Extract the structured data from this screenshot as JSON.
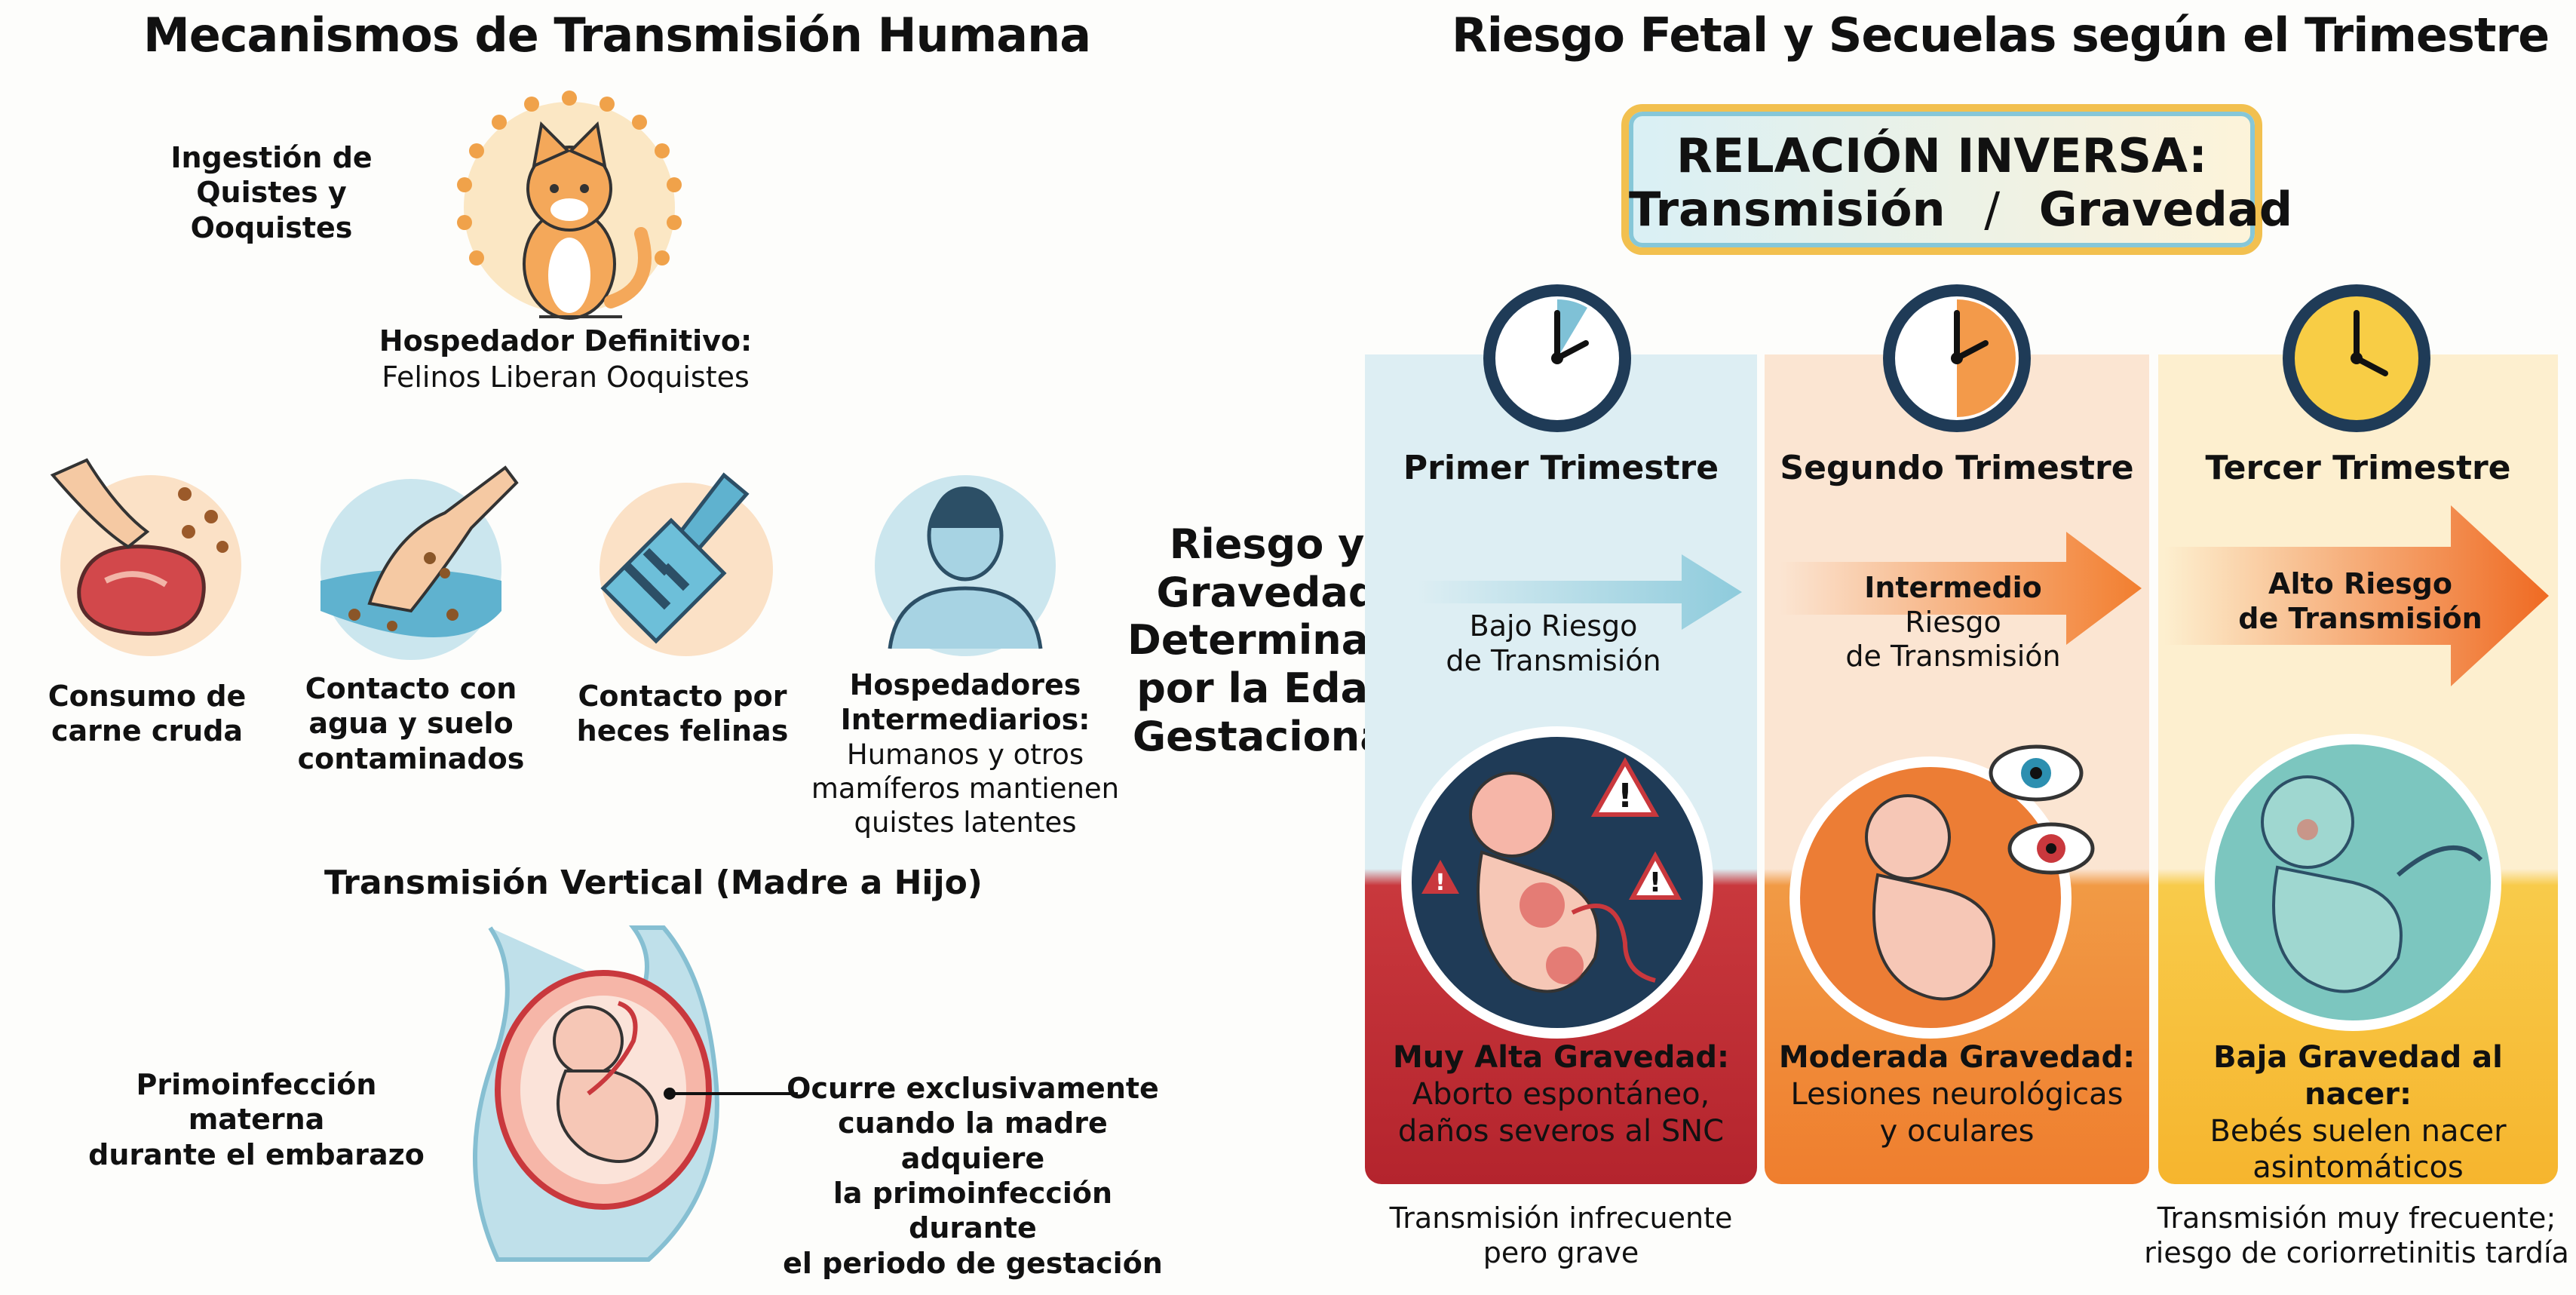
{
  "left": {
    "title": "Mecanismos de Transmisión Humana",
    "ingestion": [
      "Ingestión de",
      "Quistes y Ooquistes"
    ],
    "definitive_host": {
      "title": "Hospedador Definitivo:",
      "text": "Felinos Liberan Ooquistes"
    },
    "routes": [
      {
        "lines": [
          "Consumo de",
          "carne cruda"
        ],
        "icon": "raw-meat-icon"
      },
      {
        "lines": [
          "Contacto con",
          "agua y suelo",
          "contaminados"
        ],
        "icon": "water-soil-icon"
      },
      {
        "lines": [
          "Contacto por",
          "heces felinas"
        ],
        "icon": "litter-scoop-icon"
      }
    ],
    "intermediate": {
      "title": [
        "Hospedadores",
        "Intermediarios:"
      ],
      "text": [
        "Humanos y otros",
        "mamíferos mantienen",
        "quistes latentes"
      ]
    },
    "vertical_title": "Transmisión Vertical (Madre a Hijo)",
    "maternal": [
      "Primoinfección materna",
      "durante el embarazo"
    ],
    "exclusive": [
      "Ocurre exclusivamente",
      "cuando la madre adquiere",
      "la primoinfección durante",
      "el periodo de gestación"
    ]
  },
  "right": {
    "title": "Riesgo Fetal y Secuelas según el Trimestre",
    "banner": {
      "line1": "RELACIÓN INVERSA:",
      "left": "Transmisión",
      "sep": "/",
      "right": "Gravedad"
    },
    "side_label": [
      "Riesgo y",
      "Gravedad",
      "Determinado",
      "por la Edad",
      "Gestacional"
    ],
    "trimesters": [
      {
        "name": "Primer Trimestre",
        "risk": [
          "Bajo Riesgo",
          "de Transmisión"
        ],
        "severity_title": "Muy Alta Gravedad:",
        "severity_text": [
          "Aborto espontáneo,",
          "daños severos al SNC"
        ],
        "note": [
          "Transmisión infrecuente",
          "pero grave"
        ]
      },
      {
        "name": "Segundo Trimestre",
        "risk_bold": "Intermedio",
        "risk": [
          "Riesgo",
          "de Transmisión"
        ],
        "severity_title": "Moderada Gravedad:",
        "severity_text": [
          "Lesiones neurológicas",
          "y oculares"
        ]
      },
      {
        "name": "Tercer Trimestre",
        "risk_bold_lines": [
          "Alto Riesgo",
          "de Transmisión"
        ],
        "severity_title": "Baja Gravedad al nacer:",
        "severity_text": [
          "Bebés suelen nacer",
          "asintomáticos"
        ],
        "note": [
          "Transmisión muy frecuente;",
          "riesgo de coriorretinitis tardía"
        ]
      }
    ]
  },
  "colors": {
    "col1": "#d9ecf1",
    "col1_bottom": "#c9383d",
    "col2": "#fbe3cf",
    "col2_bottom": "#f0883a",
    "col3": "#fdeec9",
    "col3_bottom": "#f6c23a"
  }
}
